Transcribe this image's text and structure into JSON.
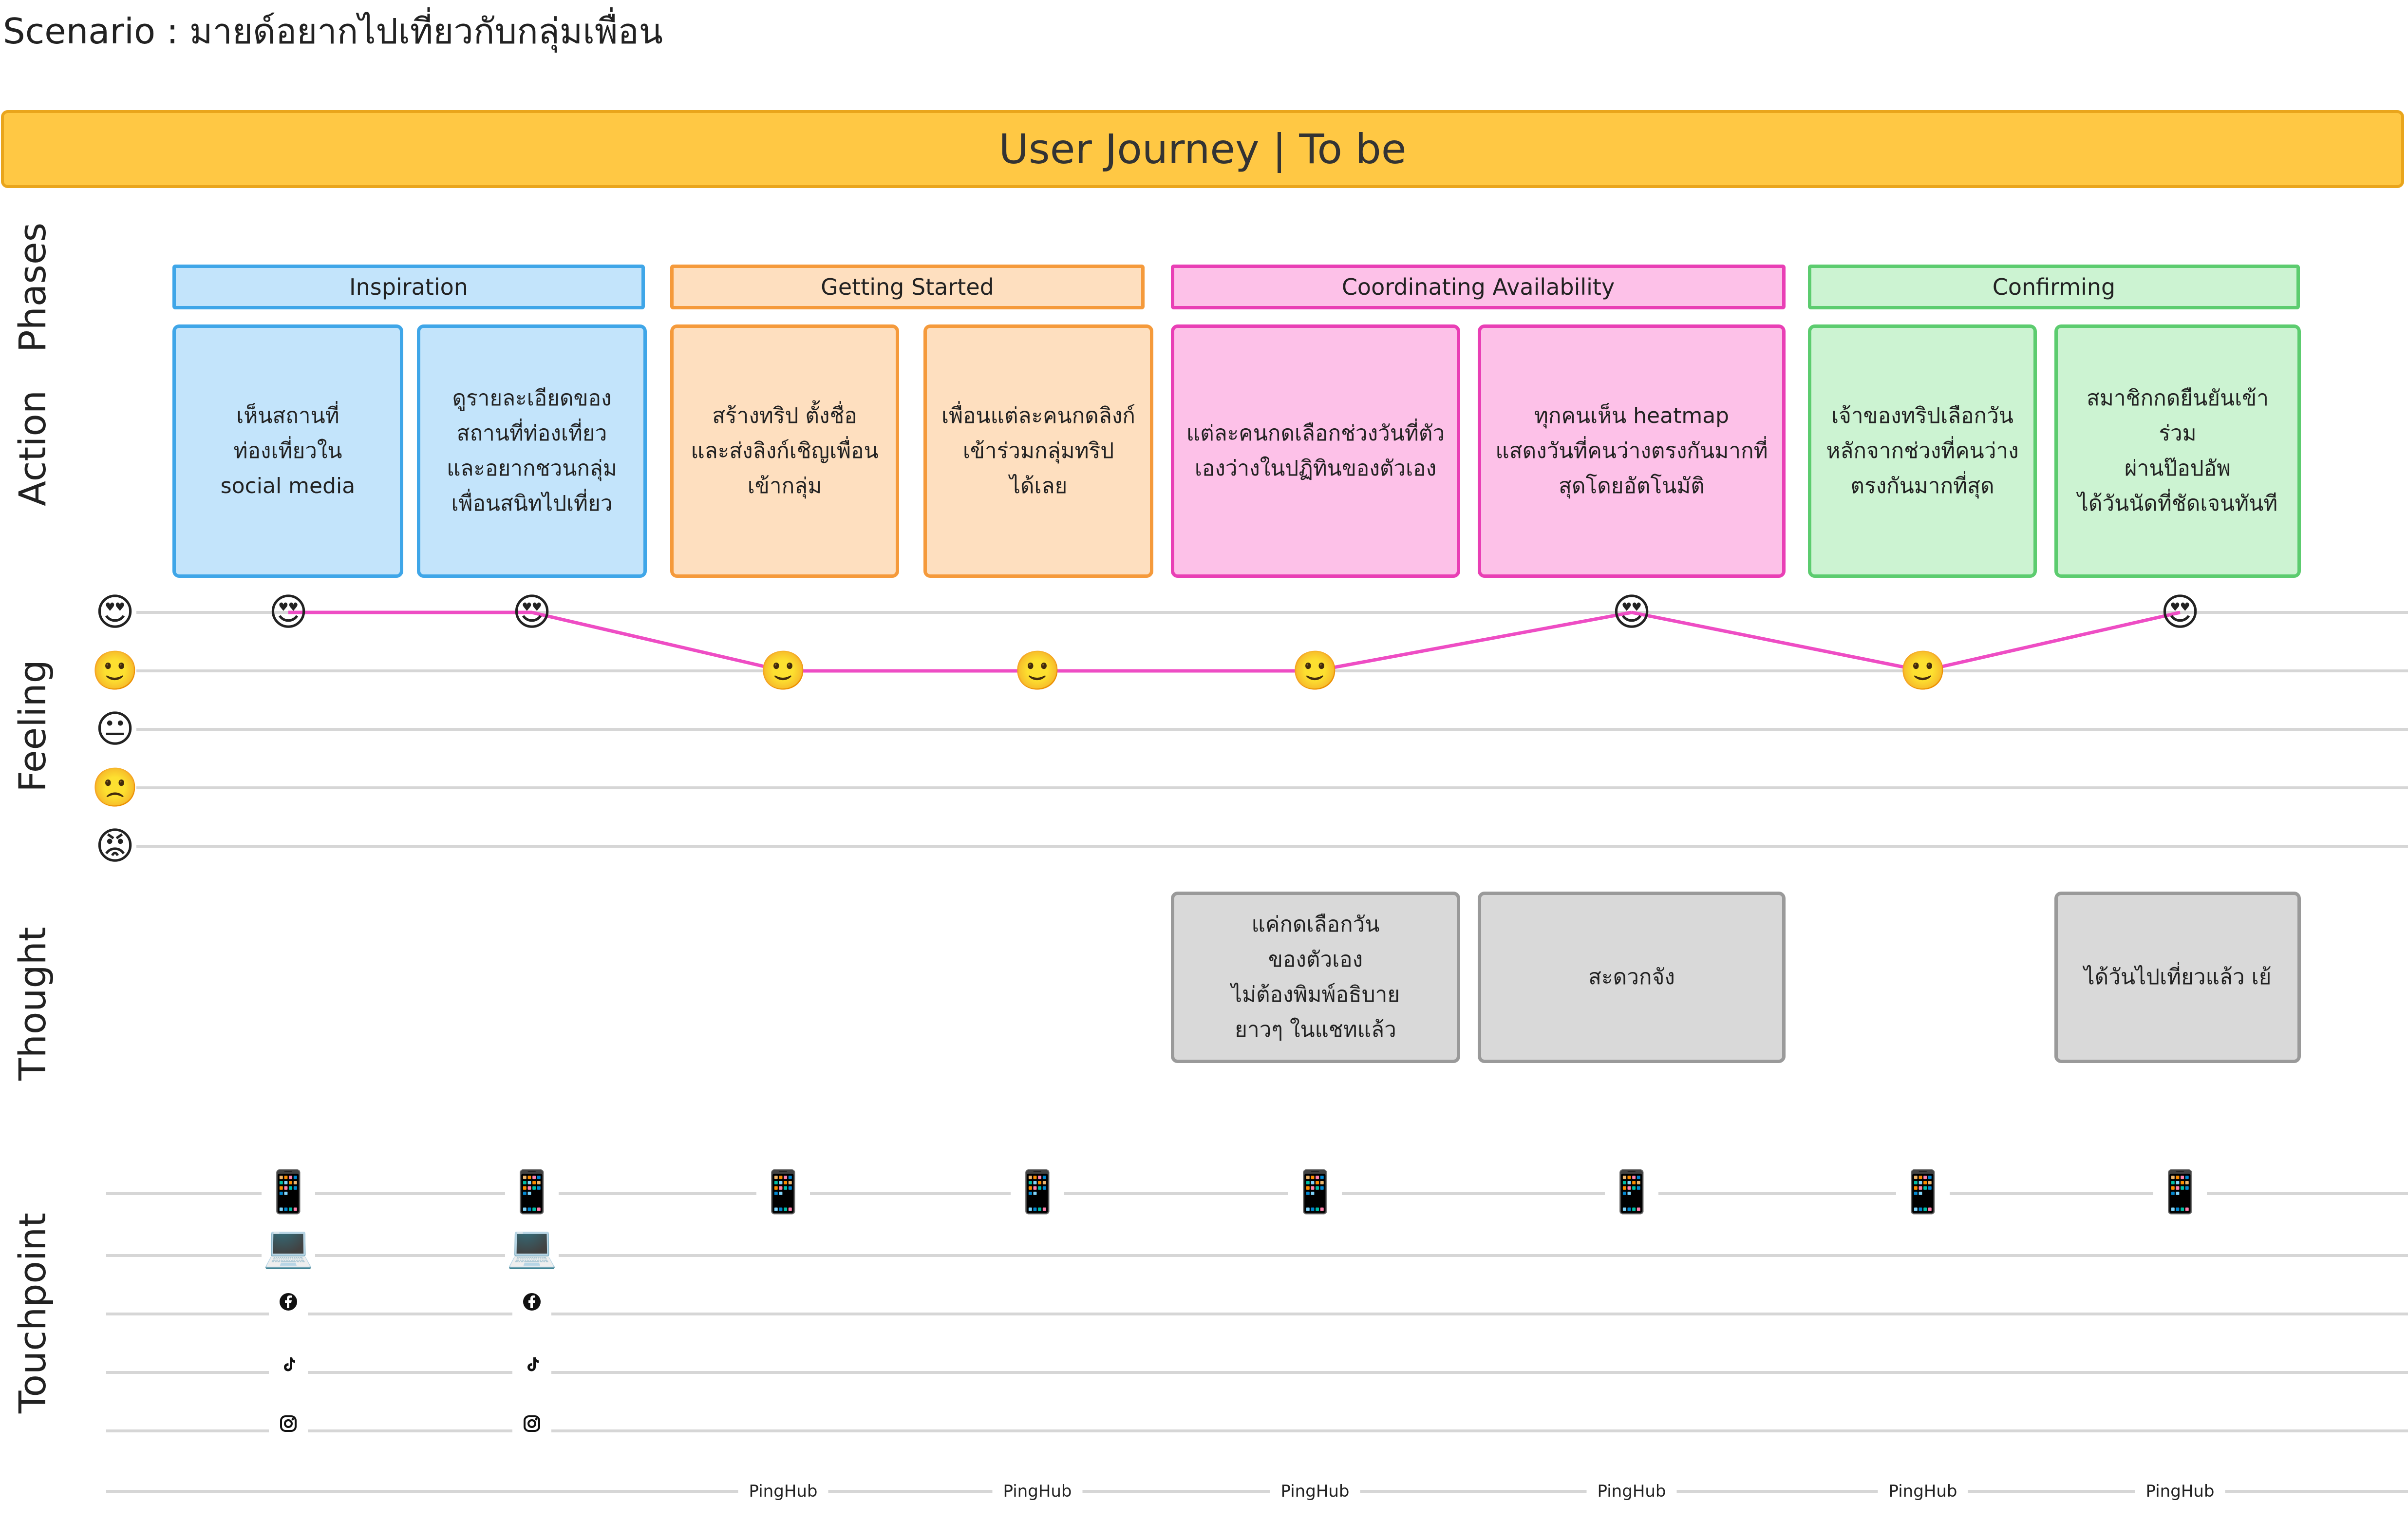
{
  "scenario": "Scenario : มายด์อยากไปเที่ยวกับกลุ่มเพื่อน",
  "banner_title": "User Journey | To be",
  "row_labels": {
    "phases": "Phases",
    "action": "Action",
    "feeling": "Feeling",
    "thought": "Thought",
    "touchpoint": "Touchpoint"
  },
  "phases": [
    {
      "name": "Inspiration",
      "color": "#c3e4fb",
      "border": "#3fa6e8"
    },
    {
      "name": "Getting Started",
      "color": "#fedfbf",
      "border": "#f59a3b"
    },
    {
      "name": "Coordinating Availability",
      "color": "#fdc1e8",
      "border": "#e93fb5"
    },
    {
      "name": "Confirming",
      "color": "#ccf3d2",
      "border": "#5ccc6f"
    }
  ],
  "actions": [
    {
      "phase": "Inspiration",
      "lines": [
        "เห็นสถานที่",
        "ท่องเที่ยวใน",
        "social media"
      ]
    },
    {
      "phase": "Inspiration",
      "lines": [
        "ดูรายละเอียดของ",
        "สถานที่ท่องเที่ยว",
        "และอยากชวนกลุ่ม",
        "เพื่อนสนิทไปเที่ยว"
      ]
    },
    {
      "phase": "Getting Started",
      "lines": [
        "สร้างทริป ตั้งชื่อ",
        "และส่งลิงก์เชิญเพื่อน",
        "เข้ากลุ่ม"
      ]
    },
    {
      "phase": "Getting Started",
      "lines": [
        "เพื่อนแต่ละคนกดลิงก์",
        "เข้าร่วมกลุ่มทริป",
        "ได้เลย"
      ]
    },
    {
      "phase": "Coordinating Availability",
      "lines": [
        "แต่ละคนกดเลือกช่วงวันที่ตัว",
        "เองว่างในปฏิทินของตัวเอง"
      ]
    },
    {
      "phase": "Coordinating Availability",
      "lines": [
        "ทุกคนเห็น heatmap",
        "แสดงวันที่คนว่างตรงกันมากที่",
        "สุดโดยอัตโนมัติ"
      ]
    },
    {
      "phase": "Confirming",
      "lines": [
        "เจ้าของทริปเลือกวัน",
        "หลักจากช่วงที่คนว่าง",
        "ตรงกันมากที่สุด"
      ]
    },
    {
      "phase": "Confirming",
      "lines": [
        "สมาชิกกดยืนยันเข้าร่วม",
        "ผ่านป๊อปอัพ",
        "ได้วันนัดที่ชัดเจนทันที"
      ]
    }
  ],
  "feeling_scale": [
    {
      "level": 5,
      "icon": "heart-eyes-face-icon",
      "glyph": "😍"
    },
    {
      "level": 4,
      "icon": "slight-smile-face-icon",
      "glyph": "🙂"
    },
    {
      "level": 3,
      "icon": "neutral-face-icon",
      "glyph": "😐"
    },
    {
      "level": 2,
      "icon": "slight-frown-face-icon",
      "glyph": "🙁"
    },
    {
      "level": 1,
      "icon": "angry-face-icon",
      "glyph": "😡"
    }
  ],
  "feelings": [
    5,
    5,
    4,
    4,
    4,
    5,
    4,
    5
  ],
  "feeling_line_color": "#ee4dc4",
  "thoughts": [
    {
      "step": 5,
      "lines": [
        "แค่กดเลือกวัน",
        "ของตัวเอง",
        "ไม่ต้องพิมพ์อธิบาย",
        "ยาวๆ ในแชทแล้ว"
      ]
    },
    {
      "step": 6,
      "lines": [
        "สะดวกจัง"
      ]
    },
    {
      "step": 8,
      "lines": [
        "ได้วันไปเที่ยวแล้ว เย้"
      ]
    }
  ],
  "touchpoints": [
    {
      "devices": [
        "mobile-phone-icon",
        "laptop-icon"
      ],
      "socials": [
        "facebook-icon",
        "tiktok-icon",
        "instagram-icon"
      ],
      "product": ""
    },
    {
      "devices": [
        "mobile-phone-icon",
        "laptop-icon"
      ],
      "socials": [
        "facebook-icon",
        "tiktok-icon",
        "instagram-icon"
      ],
      "product": ""
    },
    {
      "devices": [
        "mobile-phone-icon"
      ],
      "socials": [],
      "product": "PingHub"
    },
    {
      "devices": [
        "mobile-phone-icon"
      ],
      "socials": [],
      "product": "PingHub"
    },
    {
      "devices": [
        "mobile-phone-icon"
      ],
      "socials": [],
      "product": "PingHub"
    },
    {
      "devices": [
        "mobile-phone-icon"
      ],
      "socials": [],
      "product": "PingHub"
    },
    {
      "devices": [
        "mobile-phone-icon"
      ],
      "socials": [],
      "product": "PingHub"
    },
    {
      "devices": [
        "mobile-phone-icon"
      ],
      "socials": [],
      "product": "PingHub"
    }
  ],
  "device_glyphs": {
    "mobile-phone-icon": "📱",
    "laptop-icon": "💻"
  }
}
